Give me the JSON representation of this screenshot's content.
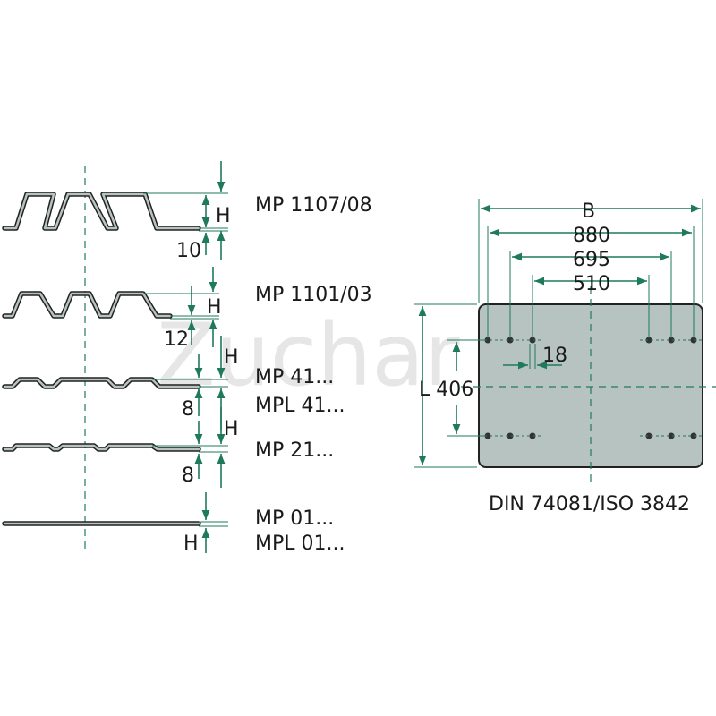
{
  "watermark": "Zuchar",
  "profiles": [
    {
      "name": "MP 1107/08",
      "dim_value": "10",
      "dim_symbol": "H"
    },
    {
      "name": "MP 1101/03",
      "dim_value": "12",
      "dim_symbol": "H"
    },
    {
      "name": "MP 41...",
      "name2": "MPL 41...",
      "dim_value": "8",
      "dim_symbol": "H"
    },
    {
      "name": "MP 21...",
      "dim_value": "8",
      "dim_symbol": "H"
    },
    {
      "name": "MP 01...",
      "name2": "MPL 01...",
      "dim_symbol": "H"
    }
  ],
  "plate": {
    "width_label": "B",
    "holes_outer": "880",
    "holes_mid": "695",
    "holes_inner": "510",
    "hole_dia": "18",
    "length_label": "L 406",
    "standard": "DIN 74081/ISO 3842"
  },
  "colors": {
    "dimension": "#1f7a5c",
    "plate": "#b7c3c0",
    "outline": "#222222"
  }
}
